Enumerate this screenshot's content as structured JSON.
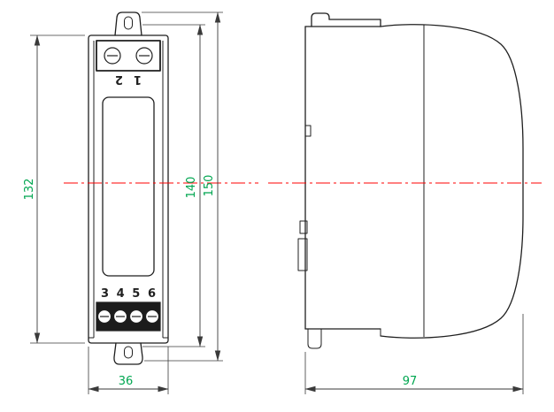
{
  "drawing": {
    "colors": {
      "line": "#1f1f1f",
      "dim_line": "#3a3a3a",
      "dim_text": "#00a650",
      "centerline": "#ff0000",
      "fill_dark": "#1c1c1c",
      "background": "#ffffff"
    },
    "front_view": {
      "top_terminal_label": "1 2",
      "bottom_terminal_label": "3 4 5 6",
      "dimensions": {
        "body_height": "132",
        "mid_height": "140",
        "overall_height": "150",
        "width": "36"
      }
    },
    "side_view": {
      "dimensions": {
        "depth": "97"
      }
    }
  }
}
